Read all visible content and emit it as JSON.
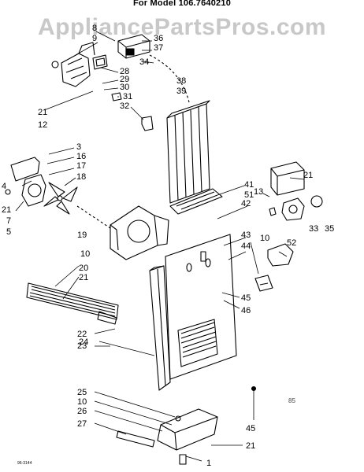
{
  "header": {
    "model_title": "For Model 106.7640210",
    "watermark": "AppliancePartsPros.com"
  },
  "footer": {
    "drawing_code": "96-3144",
    "page_mark": "85"
  },
  "callouts": {
    "c1": "1",
    "c3": "3",
    "c4": "4",
    "c5": "5",
    "c7": "7",
    "c8": "8",
    "c9": "9",
    "c10a": "10",
    "c10b": "10",
    "c10c": "10",
    "c12": "12",
    "c13": "13",
    "c16": "16",
    "c17": "17",
    "c18": "18",
    "c19": "19",
    "c20": "20",
    "c21a": "21",
    "c21b": "21",
    "c21c": "21",
    "c21d": "21",
    "c21e": "21",
    "c22": "22",
    "c23": "23",
    "c24": "24",
    "c25": "25",
    "c26": "26",
    "c27": "27",
    "c28": "28",
    "c29": "29",
    "c30": "30",
    "c31": "31",
    "c32": "32",
    "c33": "33",
    "c34": "34",
    "c35": "35",
    "c36": "36",
    "c37": "37",
    "c38": "38",
    "c39": "39",
    "c41": "41",
    "c42": "42",
    "c43": "43",
    "c44": "44",
    "c45a": "45",
    "c45b": "45",
    "c46": "46",
    "c51": "51",
    "c52": "52"
  }
}
